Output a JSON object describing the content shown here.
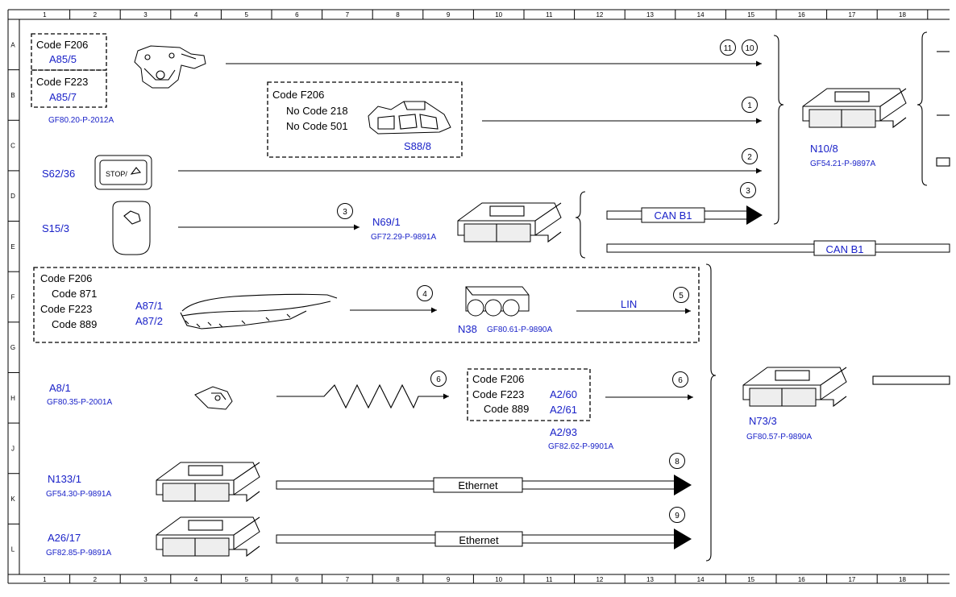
{
  "grid": {
    "columns": [
      "1",
      "2",
      "3",
      "4",
      "5",
      "6",
      "7",
      "8",
      "9",
      "10",
      "11",
      "12",
      "13",
      "14",
      "15",
      "16",
      "17",
      "18"
    ],
    "rows": [
      "A",
      "B",
      "C",
      "D",
      "E",
      "F",
      "G",
      "H",
      "J",
      "K",
      "L"
    ]
  },
  "groups": {
    "g1": {
      "code": "Code F206",
      "ref": "A85/5"
    },
    "g2": {
      "code": "Code F223",
      "ref": "A85/7"
    },
    "g_hatch_doc": "GF80.20-P-2012A",
    "g3": {
      "code": "Code F206",
      "line1": "No Code 218",
      "line2": "No Code 501",
      "ref": "S88/8"
    },
    "g4": {
      "line1": "Code F206",
      "line2": "Code 871",
      "line3": "Code F223",
      "line4": "Code 889",
      "ref1": "A87/1",
      "ref2": "A87/2"
    },
    "g5": {
      "line1": "Code F206",
      "line2": "Code F223",
      "line3": "Code 889",
      "ref1": "A2/60",
      "ref2": "A2/61"
    }
  },
  "components": {
    "s62": {
      "ref": "S62/36",
      "label": "STOP/"
    },
    "s15": {
      "ref": "S15/3"
    },
    "n69": {
      "ref": "N69/1",
      "doc": "GF72.29-P-9891A"
    },
    "n10": {
      "ref": "N10/8",
      "doc": "GF54.21-P-9897A"
    },
    "n38": {
      "ref": "N38",
      "doc": "GF80.61-P-9890A"
    },
    "a8": {
      "ref": "A8/1",
      "doc": "GF80.35-P-2001A"
    },
    "a2": {
      "ref": "A2/93",
      "doc": "GF82.62-P-9901A"
    },
    "n73": {
      "ref": "N73/3",
      "doc": "GF80.57-P-9890A"
    },
    "n133": {
      "ref": "N133/1",
      "doc": "GF54.30-P-9891A"
    },
    "a26": {
      "ref": "A26/17",
      "doc": "GF82.85-P-9891A"
    }
  },
  "buses": {
    "can1": "CAN B1",
    "can2": "CAN B1",
    "lin": "LIN",
    "eth1": "Ethernet",
    "eth2": "Ethernet"
  },
  "markers": {
    "m11": "11",
    "m10": "10",
    "m1": "1",
    "m2": "2",
    "m3a": "3",
    "m3b": "3",
    "m4": "4",
    "m5": "5",
    "m6a": "6",
    "m6b": "6",
    "m8": "8",
    "m9": "9"
  }
}
